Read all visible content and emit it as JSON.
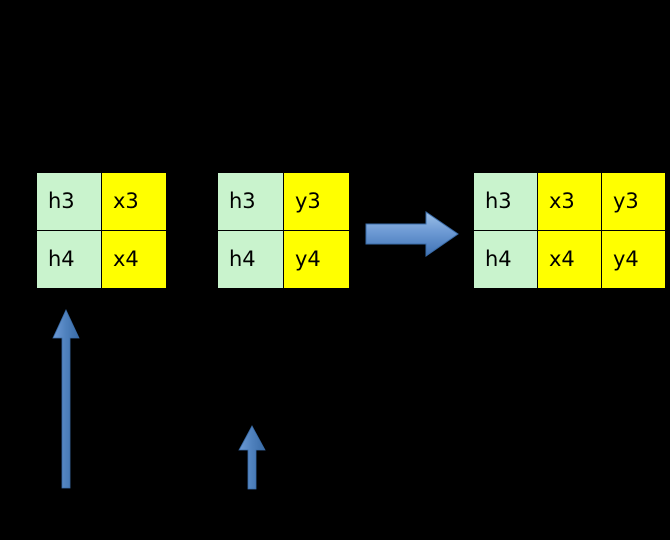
{
  "diagram": {
    "title": "concatenation-of-hidden-state-and-input-matrices",
    "background_color": "#000000",
    "colors": {
      "green_cell": "#c9f3cd",
      "yellow_cell": "#ffff00",
      "border": "#000000",
      "arrow_blue_light": "#a8c8ea",
      "arrow_blue_mid": "#4f81bd",
      "arrow_blue_dark": "#3a6ca8",
      "text": "#000000"
    }
  },
  "matrices": [
    {
      "name": "h-x-matrix",
      "columns": 2,
      "rows": [
        {
          "cells": [
            {
              "text": "h3",
              "fill": "green"
            },
            {
              "text": "x3",
              "fill": "yellow"
            }
          ]
        },
        {
          "cells": [
            {
              "text": "h4",
              "fill": "green"
            },
            {
              "text": "x4",
              "fill": "yellow"
            }
          ]
        }
      ]
    },
    {
      "name": "h-y-matrix",
      "columns": 2,
      "rows": [
        {
          "cells": [
            {
              "text": "h3",
              "fill": "green"
            },
            {
              "text": "y3",
              "fill": "yellow"
            }
          ]
        },
        {
          "cells": [
            {
              "text": "h4",
              "fill": "green"
            },
            {
              "text": "y4",
              "fill": "yellow"
            }
          ]
        }
      ]
    },
    {
      "name": "h-x-y-matrix",
      "columns": 3,
      "rows": [
        {
          "cells": [
            {
              "text": "h3",
              "fill": "green"
            },
            {
              "text": "x3",
              "fill": "yellow"
            },
            {
              "text": "y3",
              "fill": "yellow"
            }
          ]
        },
        {
          "cells": [
            {
              "text": "h4",
              "fill": "green"
            },
            {
              "text": "x4",
              "fill": "yellow"
            },
            {
              "text": "y4",
              "fill": "yellow"
            }
          ]
        }
      ]
    }
  ],
  "arrows": [
    {
      "name": "concat-arrow",
      "direction": "right"
    },
    {
      "name": "pointer-arrow-left",
      "direction": "up"
    },
    {
      "name": "pointer-arrow-middle",
      "direction": "up"
    }
  ]
}
